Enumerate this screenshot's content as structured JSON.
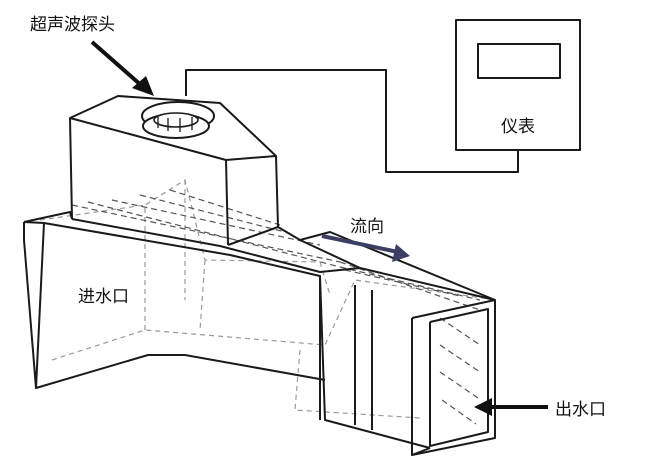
{
  "labels": {
    "probe": "超声波探头",
    "meter": "仪表",
    "flow": "流向",
    "inlet": "进水口",
    "outlet": "出水口"
  },
  "icons": {
    "probe_arrow": "arrow-icon",
    "outlet_arrow": "arrow-icon",
    "flow_arrow": "arrow-icon"
  },
  "colors": {
    "line": "#1a1a1a",
    "hidden_line": "#9a9a9a",
    "flow_arrow": "#3a3f63"
  }
}
